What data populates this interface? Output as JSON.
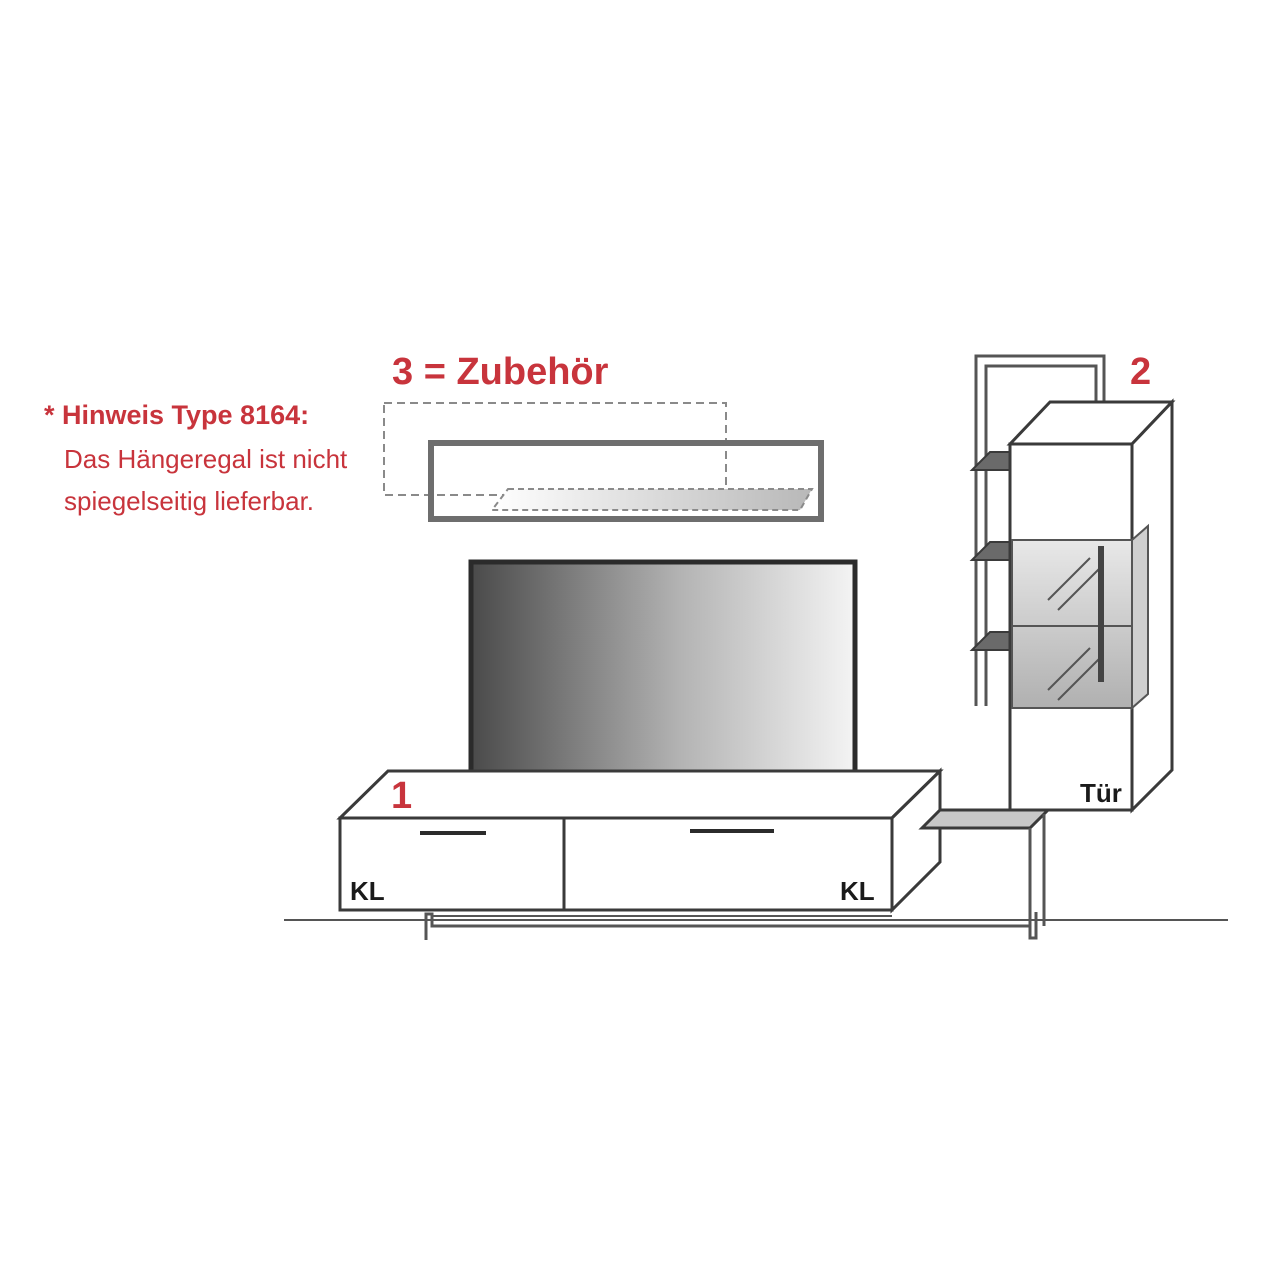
{
  "note": {
    "heading": "* Hinweis Type 8164:",
    "lines": [
      "Das Hängeregal ist nicht",
      "spiegelseitig lieferbar."
    ]
  },
  "labels": {
    "accessory": "3 = Zubehör",
    "item1": "1",
    "item2": "2",
    "drawer_left": "KL",
    "drawer_right": "KL",
    "door": "Tür"
  },
  "colors": {
    "accent_red": "#c8343c",
    "line_dark": "#3a3a3a",
    "frame_gray": "#6e6e6e",
    "dash_gray": "#8a8a8a"
  }
}
